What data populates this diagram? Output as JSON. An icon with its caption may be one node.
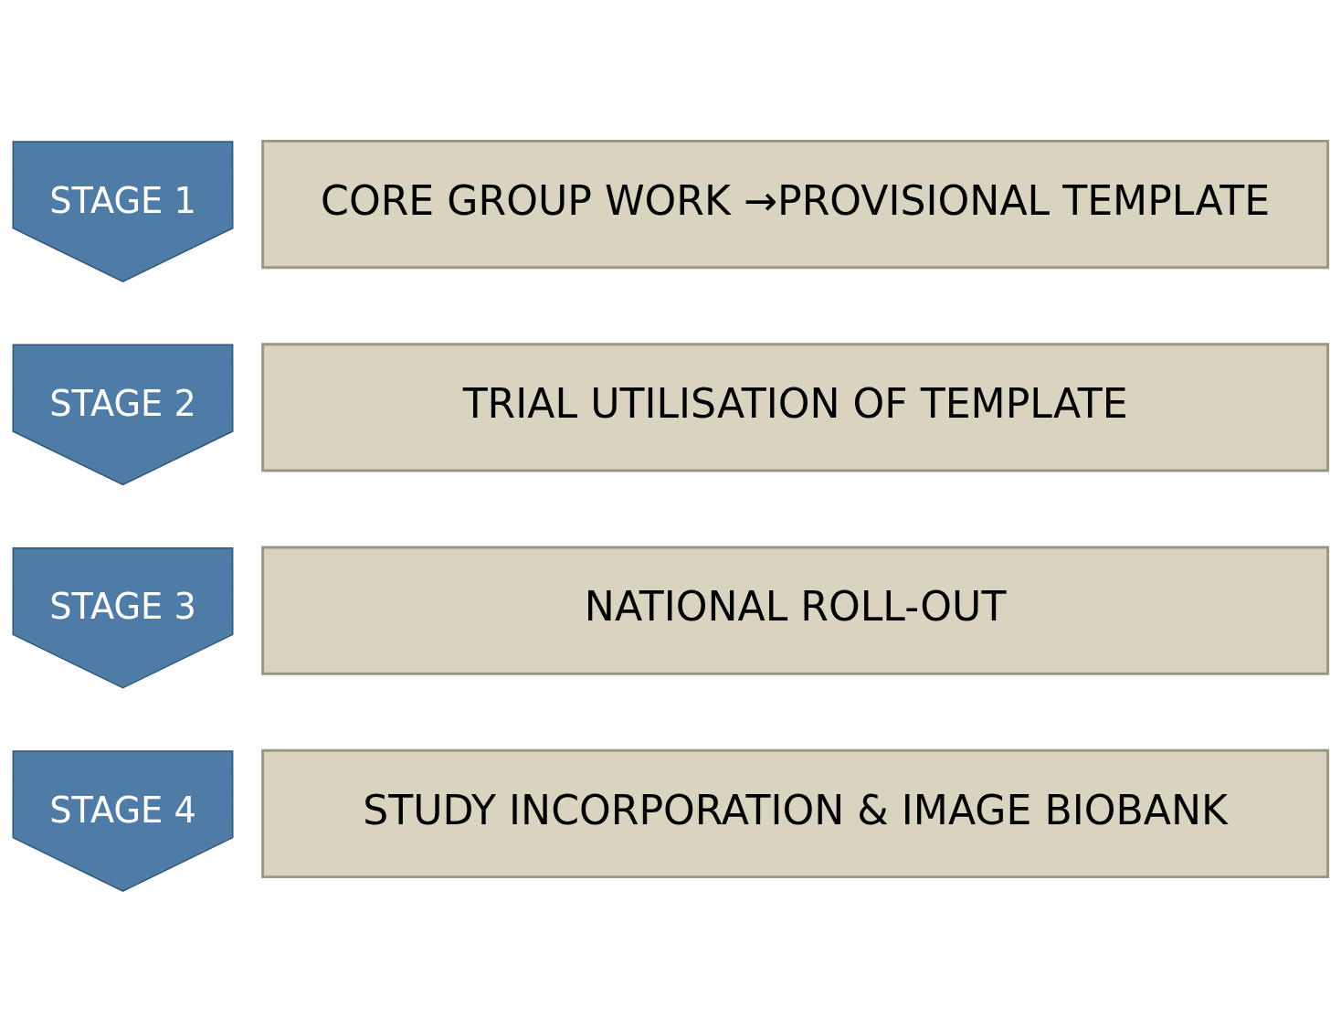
{
  "diagram": {
    "nodes": [
      {
        "text": [
          "STAGE 1"
        ]
      },
      {
        "text": [
          "CORE GROUP WORK →PROVISIONAL TEMPLATE"
        ]
      },
      {
        "text": [
          "STAGE 2"
        ]
      },
      {
        "text": [
          "TRIAL UTILISATION OF TEMPLATE"
        ]
      },
      {
        "text": [
          "STAGE 3"
        ]
      },
      {
        "text": [
          "NATIONAL ROLL-OUT"
        ]
      },
      {
        "text": [
          "STAGE 4"
        ]
      },
      {
        "text": [
          "STUDY INCORPORATION & IMAGE BIOBANK"
        ]
      }
    ],
    "edges": []
  }
}
